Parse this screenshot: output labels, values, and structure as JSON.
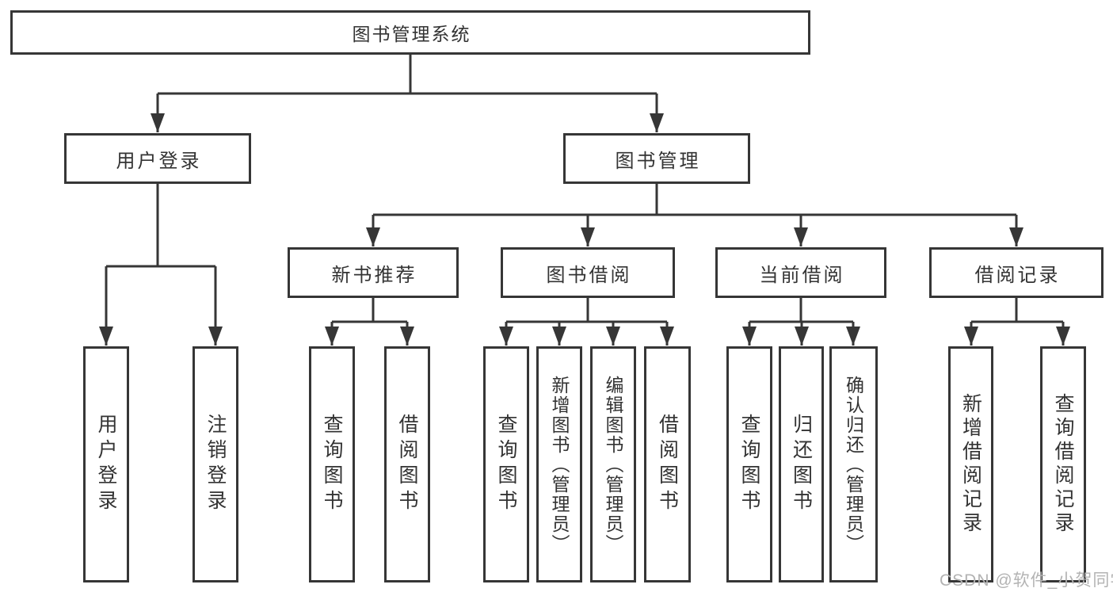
{
  "diagram": {
    "root": {
      "label": "图书管理系统"
    },
    "branches": [
      {
        "label": "用户登录",
        "children": [
          "用户登录",
          "注销登录"
        ]
      },
      {
        "label": "图书管理",
        "children": [
          {
            "label": "新书推荐",
            "children": [
              "查询图书",
              "借阅图书"
            ]
          },
          {
            "label": "图书借阅",
            "children": [
              "查询图书",
              "新增图书（管理员）",
              "编辑图书（管理员）",
              "借阅图书"
            ]
          },
          {
            "label": "当前借阅",
            "children": [
              "查询图书",
              "归还图书",
              "确认归还（管理员）"
            ]
          },
          {
            "label": "借阅记录",
            "children": [
              "新增借阅记录",
              "查询借阅记录"
            ]
          }
        ]
      }
    ]
  },
  "watermark": {
    "text": "CSDN @软件_小贺同学"
  },
  "colors": {
    "line": "#363636",
    "text": "#333333",
    "box_fill": "#ffffff",
    "watermark": "#b3b3b3"
  }
}
